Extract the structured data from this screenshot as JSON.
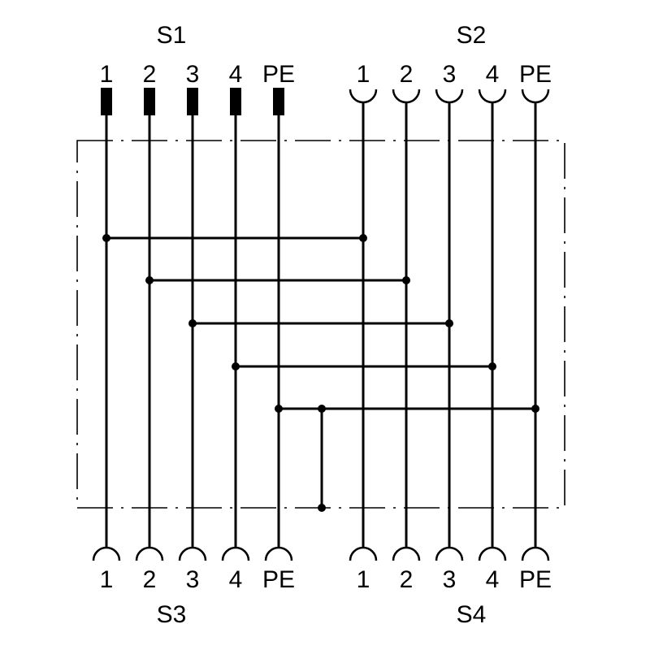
{
  "connectors": {
    "s1": {
      "name": "S1",
      "pins": [
        "1",
        "2",
        "3",
        "4",
        "PE"
      ],
      "type": "plug"
    },
    "s2": {
      "name": "S2",
      "pins": [
        "1",
        "2",
        "3",
        "4",
        "PE"
      ],
      "type": "socket"
    },
    "s3": {
      "name": "S3",
      "pins": [
        "1",
        "2",
        "3",
        "4",
        "PE"
      ],
      "type": "socket"
    },
    "s4": {
      "name": "S4",
      "pins": [
        "1",
        "2",
        "3",
        "4",
        "PE"
      ],
      "type": "socket"
    }
  },
  "colors": {
    "line": "#000000",
    "background": "#ffffff"
  }
}
